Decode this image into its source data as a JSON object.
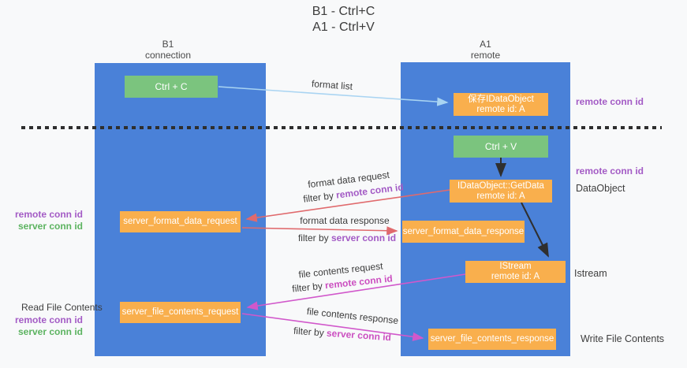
{
  "title": {
    "line1": "B1 - Ctrl+C",
    "line2": "A1 - Ctrl+V"
  },
  "lifelines": {
    "left": {
      "name": "B1",
      "role": "connection"
    },
    "right": {
      "name": "A1",
      "role": "remote"
    }
  },
  "boxes": {
    "ctrl_c": {
      "label": "Ctrl + C"
    },
    "save_idataobject": {
      "line1": "保存IDataObject",
      "line2": "remote id: A"
    },
    "ctrl_v": {
      "label": "Ctrl + V"
    },
    "getdata": {
      "line1": "IDataObject::GetData",
      "line2": "remote id: A"
    },
    "format_request": {
      "label": "server_format_data_request"
    },
    "format_response": {
      "label": "server_format_data_response"
    },
    "istream": {
      "line1": "IStream",
      "line2": "remote id: A"
    },
    "file_request": {
      "label": "server_file_contents_request"
    },
    "file_response": {
      "label": "server_file_contents_response"
    }
  },
  "edge_labels": {
    "format_list": "format list",
    "format_request": "format data request",
    "format_request_filter": {
      "prefix": "filter by ",
      "keyword": "remote conn id"
    },
    "format_response": "format data response",
    "format_response_filter": {
      "prefix": "filter by ",
      "keyword": "server conn id"
    },
    "file_request": "file contents request",
    "file_request_filter": {
      "prefix": "filter by ",
      "keyword": "remote conn id"
    },
    "file_response": "file contents response",
    "file_response_filter": {
      "prefix": "filter by ",
      "keyword": "server conn id"
    }
  },
  "annotations": {
    "right_remote_conn_id_top": "remote conn id",
    "right_remote_conn_id_mid": "remote conn id",
    "right_dataobject": "DataObject",
    "right_istream": "Istream",
    "right_write_file": "Write File Contents",
    "left_remote_conn_id_top": "remote conn id",
    "left_server_conn_id_top": "server conn id",
    "left_read_file": "Read File Contents",
    "left_remote_conn_id_bottom": "remote conn id",
    "left_server_conn_id_bottom": "server conn id"
  },
  "colors": {
    "column_blue": "#4a81d8",
    "box_green": "#7bc47e",
    "box_orange": "#f9af4d",
    "arrow_salmon": "#e06a6d",
    "arrow_magenta": "#d158cb",
    "arrow_lightblue": "#a9d4f2",
    "arrow_black": "#2f2f2f",
    "label_purple": "#a35bc5",
    "label_magenta": "#cb4fc0",
    "label_green": "#5cb360"
  }
}
